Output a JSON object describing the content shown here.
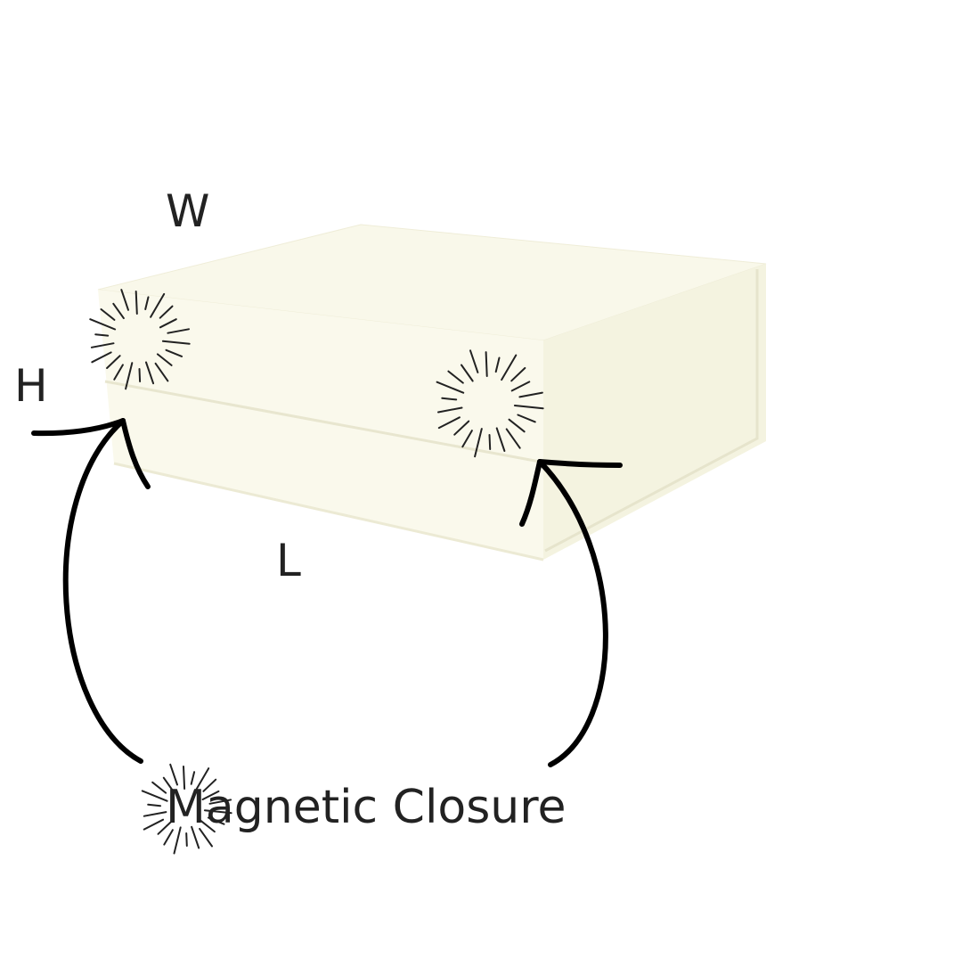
{
  "labels": {
    "width": "W",
    "height": "H",
    "length": "L"
  },
  "caption": "Magnetic Closure",
  "colors": {
    "box_face": "#f9f8ea",
    "box_side": "#f4f3e0",
    "box_edge": "#ebe9d3",
    "ink": "#222222",
    "arrow": "#000000"
  },
  "icons": [
    "sparkle-icon",
    "sparkle-icon",
    "sparkle-icon",
    "arrow-icon",
    "arrow-icon"
  ]
}
